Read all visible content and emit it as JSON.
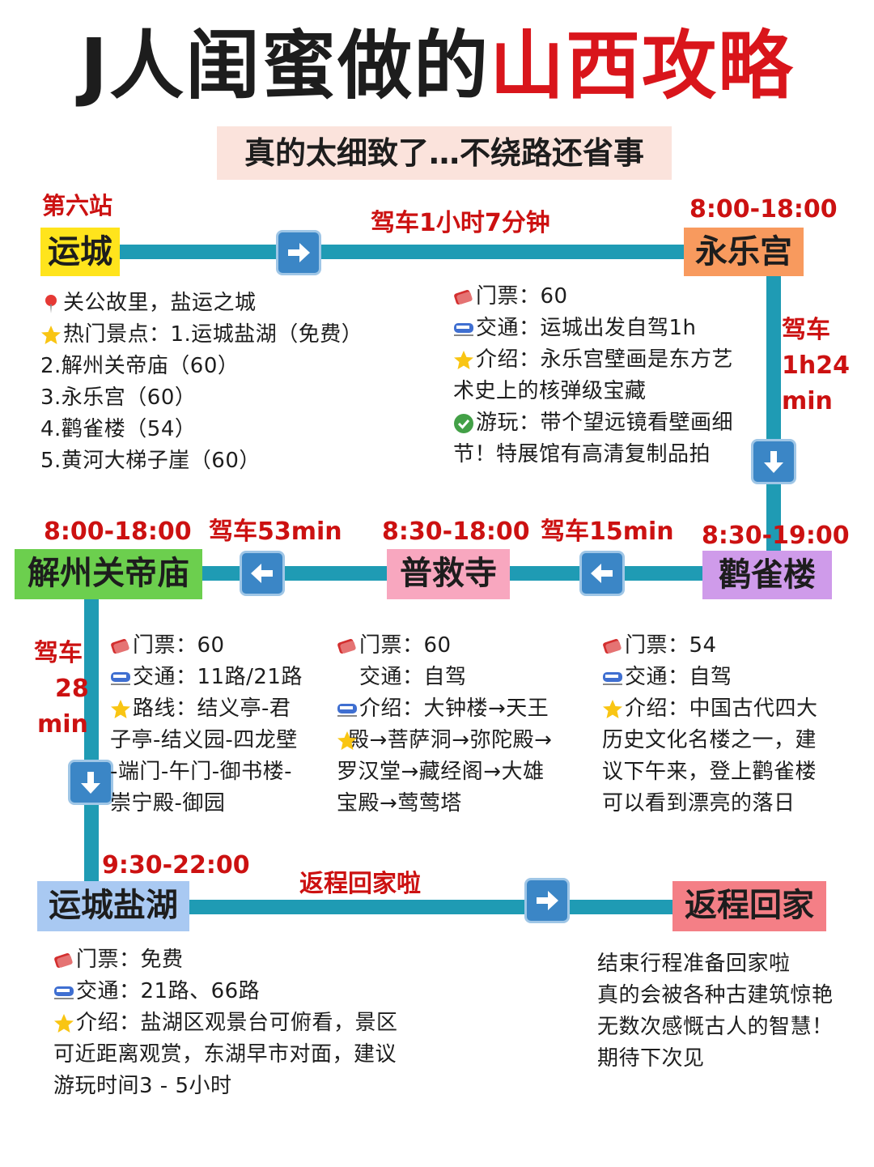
{
  "header": {
    "title_dark": "J人闺蜜做的",
    "title_red": "山西攻略",
    "subtitle": "真的太细致了…不绕路还省事"
  },
  "colors": {
    "line": "#1f9bb4",
    "accent_red": "#d9151b",
    "arrow_blue": "#3b86c6"
  },
  "stations": {
    "yuncheng": {
      "label": "运城",
      "tag": "第六站"
    },
    "yongle": {
      "label": "永乐宫",
      "hours": "8:00-18:00"
    },
    "guanque": {
      "label": "鹳雀楼",
      "hours": "8:30-19:00"
    },
    "pujiu": {
      "label": "普救寺",
      "hours": "8:30-18:00"
    },
    "jiezhou": {
      "label": "解州关帝庙",
      "hours": "8:00-18:00"
    },
    "yanhu": {
      "label": "运城盐湖",
      "hours": "9:30-22:00"
    },
    "home": {
      "label": "返程回家"
    }
  },
  "drives": {
    "to_yongle": "驾车1小时7分钟",
    "to_guanque_1": "驾车",
    "to_guanque_2": "1h24",
    "to_guanque_3": "min",
    "to_pujiu": "驾车15min",
    "to_jiezhou": "驾车53min",
    "to_yanhu_1": "驾车",
    "to_yanhu_2": "28",
    "to_yanhu_3": "min",
    "to_home": "返程回家啦"
  },
  "yuncheng_info": {
    "line1": "关公故里，盐运之城",
    "line2": "热门景点：1.运城盐湖（免费）",
    "line3": "2.解州关帝庙（60）",
    "line4": "3.永乐宫（60）",
    "line5": "4.鹳雀楼（54）",
    "line6": "5.黄河大梯子崖（60）"
  },
  "yongle_info": {
    "ticket": "门票：60",
    "transport": "交通：运城出发自驾1h",
    "intro1": "介绍：永乐宫壁画是东方艺",
    "intro2": "术史上的核弹级宝藏",
    "play1": "游玩：带个望远镜看壁画细",
    "play2": "节！特展馆有高清复制品拍"
  },
  "jiezhou_info": {
    "ticket": "门票：60",
    "transport": "交通：11路/21路",
    "route1": "路线：结义亭-君",
    "route2": "子亭-结义园-四龙壁",
    "route3": "-端门-午门-御书楼-",
    "route4": "崇宁殿-御园"
  },
  "pujiu_info": {
    "ticket": "门票：60",
    "transport": "交通：自驾",
    "intro1": "介绍：大钟楼→天王",
    "intro2": "殿→菩萨洞→弥陀殿→",
    "intro3": "罗汉堂→藏经阁→大雄",
    "intro4": "宝殿→莺莺塔"
  },
  "guanque_info": {
    "ticket": "门票：54",
    "transport": "交通：自驾",
    "intro1": "介绍：中国古代四大",
    "intro2": "历史文化名楼之一，建",
    "intro3": "议下午来，登上鹳雀楼",
    "intro4": "可以看到漂亮的落日"
  },
  "yanhu_info": {
    "ticket": "门票：免费",
    "transport": "交通：21路、66路",
    "intro1": "介绍：盐湖区观景台可俯看，景区",
    "intro2": "可近距离观赏，东湖早市对面，建议",
    "intro3": "游玩时间3 - 5小时"
  },
  "home_info": {
    "line1": "结束行程准备回家啦",
    "line2": "真的会被各种古建筑惊艳",
    "line3": "无数次感慨古人的智慧！",
    "line4": "期待下次见"
  }
}
